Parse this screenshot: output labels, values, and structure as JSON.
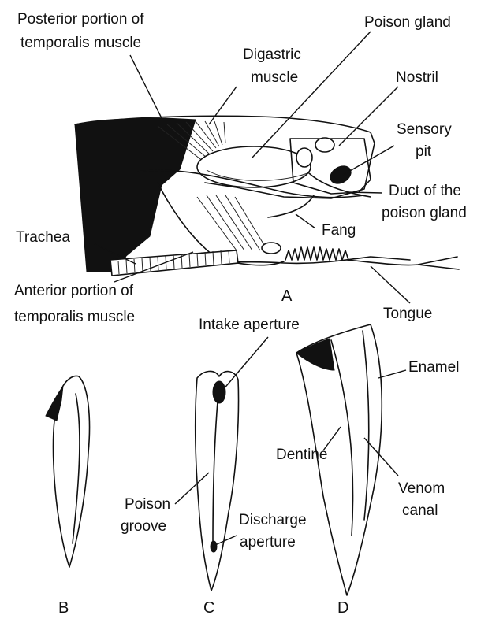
{
  "labels": {
    "posterior_temporalis_1": "Posterior portion of",
    "posterior_temporalis_2": "temporalis muscle",
    "poison_gland": "Poison gland",
    "digastric_1": "Digastric",
    "digastric_2": "muscle",
    "nostril": "Nostril",
    "sensory_pit_1": "Sensory",
    "sensory_pit_2": "pit",
    "duct_1": "Duct of the",
    "duct_2": "poison gland",
    "fang": "Fang",
    "trachea": "Trachea",
    "anterior_temporalis_1": "Anterior portion of",
    "anterior_temporalis_2": "temporalis muscle",
    "tongue": "Tongue",
    "intake_aperture": "Intake aperture",
    "enamel": "Enamel",
    "dentine": "Dentine",
    "venom_canal_1": "Venom",
    "venom_canal_2": "canal",
    "poison_groove_1": "Poison",
    "poison_groove_2": "groove",
    "discharge_1": "Discharge",
    "discharge_2": "aperture"
  },
  "figure_letters": {
    "a": "A",
    "b": "B",
    "c": "C",
    "d": "D"
  }
}
